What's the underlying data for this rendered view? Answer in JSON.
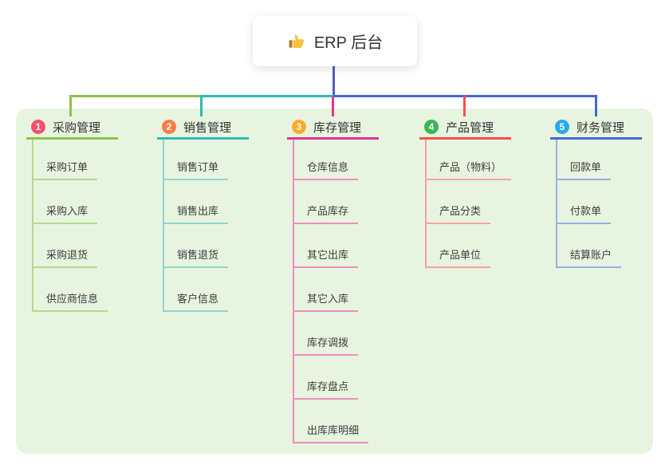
{
  "root": {
    "icon": "thumbs-up-icon",
    "label": "ERP 后台",
    "connector_color": "#505fc4"
  },
  "panel": {
    "background": "#e7f5e0"
  },
  "branches": [
    {
      "num": "1",
      "label": "采购管理",
      "badge_color": "#f4516c",
      "line_color": "#8bc34a",
      "child_line_color": "#b5d88d",
      "children": [
        "采购订单",
        "采购入库",
        "采购退货",
        "供应商信息"
      ]
    },
    {
      "num": "2",
      "label": "销售管理",
      "badge_color": "#fb7d44",
      "line_color": "#2abdb5",
      "child_line_color": "#8ed6cf",
      "children": [
        "销售订单",
        "销售出库",
        "销售退货",
        "客户信息"
      ]
    },
    {
      "num": "3",
      "label": "库存管理",
      "badge_color": "#fbac28",
      "line_color": "#e0348e",
      "child_line_color": "#f08cc1",
      "children": [
        "仓库信息",
        "产品库存",
        "其它出库",
        "其它入库",
        "库存调拨",
        "库存盘点",
        "出库库明细"
      ]
    },
    {
      "num": "4",
      "label": "产品管理",
      "badge_color": "#34b854",
      "line_color": "#f5504e",
      "child_line_color": "#f6a3a2",
      "children": [
        "产品（物料）",
        "产品分类",
        "产品单位"
      ]
    },
    {
      "num": "5",
      "label": "财务管理",
      "badge_color": "#29a9ea",
      "line_color": "#4169d8",
      "child_line_color": "#9bade8",
      "children": [
        "回款单",
        "付款单",
        "结算账户"
      ]
    }
  ]
}
